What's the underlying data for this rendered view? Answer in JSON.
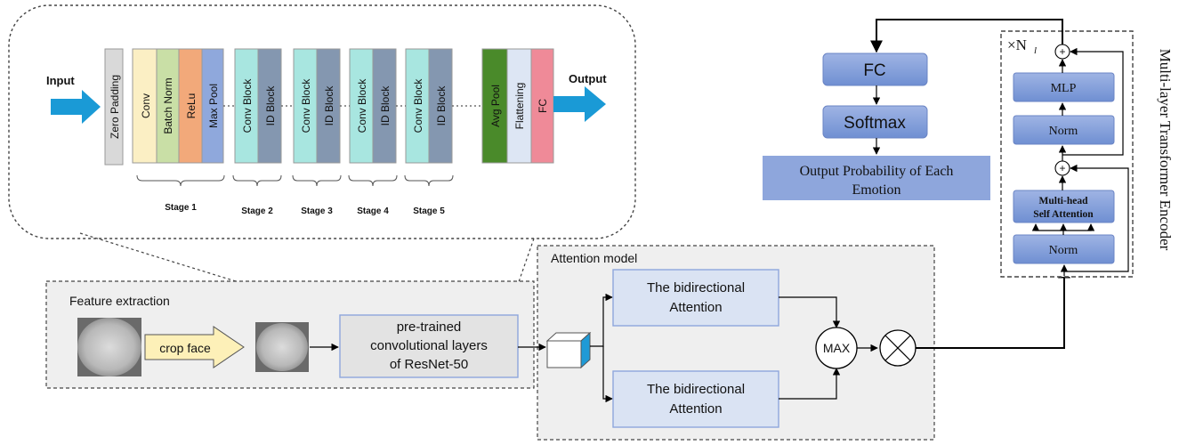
{
  "resnet": {
    "input_label": "Input",
    "output_label": "Output",
    "zero_padding": "Zero Padding",
    "stage1_blocks": [
      "Conv",
      "Batch Norm",
      "ReLu",
      "Max Pool"
    ],
    "conv_block": "Conv Block",
    "id_block": "ID Block",
    "tail_blocks": [
      "Avg Pool",
      "Flattening",
      "FC"
    ],
    "stage_labels": [
      "Stage 1",
      "Stage 2",
      "Stage 3",
      "Stage 4",
      "Stage 5"
    ]
  },
  "feature_extraction": {
    "title": "Feature extraction",
    "crop_label": "crop face",
    "pretrained_lines": [
      "pre-trained",
      "convolutional layers",
      "of ResNet-50"
    ]
  },
  "attention_model": {
    "title": "Attention model",
    "bidir_lines": [
      "The bidirectional",
      "Attention"
    ],
    "max_label": "MAX"
  },
  "output_head": {
    "fc": "FC",
    "softmax": "Softmax",
    "prob_lines": [
      "Output Probability of Each",
      "Emotion"
    ]
  },
  "transformer": {
    "repeat_label": "×N",
    "repeat_sub": "l",
    "mlp": "MLP",
    "norm": "Norm",
    "mhsa_lines": [
      "Multi-head",
      "Self Attention"
    ],
    "side_title": "Multi-layer Transformer Encoder",
    "plus": "+"
  },
  "colors": {
    "arrow_blue": "#1a9ad6",
    "conv": "#fbefc4",
    "batchnorm": "#c9dfa6",
    "relu": "#f2a97a",
    "maxpool": "#8fa8dc",
    "convblock": "#a8e6e0",
    "idblock": "#8497b0",
    "avgpool": "#4a8a2a",
    "flattening": "#dde6f4",
    "fc": "#ef8a98",
    "head_block": "#8ea6dc"
  }
}
